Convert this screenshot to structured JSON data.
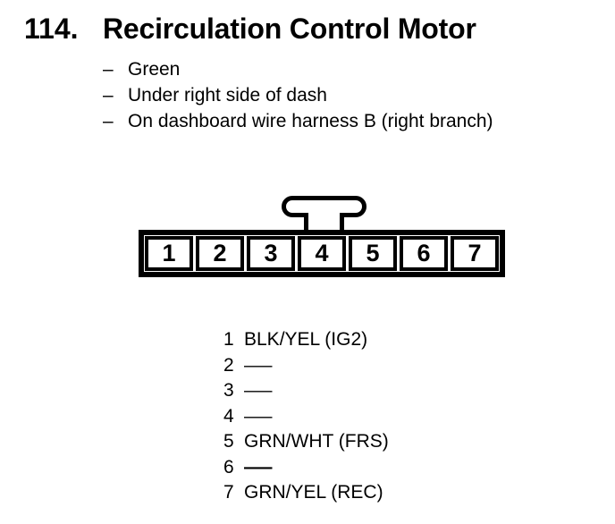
{
  "page": {
    "number": "114.",
    "title": "Recirculation Control Motor"
  },
  "notes": {
    "bullet_char": "–",
    "items": [
      "Green",
      "Under right side of dash",
      "On dashboard wire harness B (right branch)"
    ]
  },
  "connector": {
    "cavities": [
      "1",
      "2",
      "3",
      "4",
      "5",
      "6",
      "7"
    ]
  },
  "pins": [
    {
      "num": "1",
      "label": "BLK/YEL (IG2)"
    },
    {
      "num": "2",
      "label": "—"
    },
    {
      "num": "3",
      "label": "—"
    },
    {
      "num": "4",
      "label": "—"
    },
    {
      "num": "5",
      "label": "GRN/WHT (FRS)"
    },
    {
      "num": "6",
      "label": "—"
    },
    {
      "num": "7",
      "label": "GRN/YEL (REC)"
    }
  ],
  "colors": {
    "ink": "#000000",
    "paper": "#ffffff"
  }
}
